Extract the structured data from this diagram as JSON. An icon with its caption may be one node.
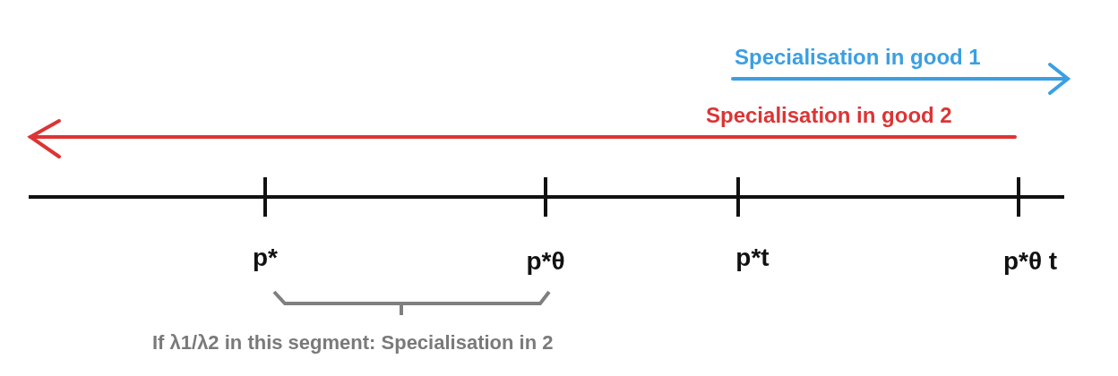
{
  "diagram": {
    "labels": [
      "Specialisation in good 1",
      "Specialisation in good 2",
      "p*",
      "p*θ",
      "p*t",
      "p*θ t",
      "If λ1/λ2 in this segment: Specialisation in 2"
    ]
  }
}
